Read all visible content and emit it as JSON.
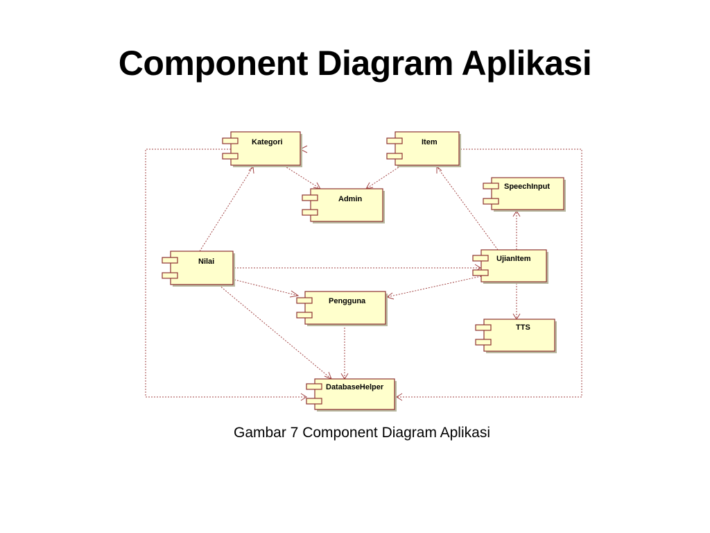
{
  "title": "Component Diagram Aplikasi",
  "caption": "Gambar 7 Component Diagram Aplikasi",
  "components": {
    "kategori": "Kategori",
    "item": "Item",
    "admin": "Admin",
    "speechinput": "SpeechInput",
    "nilai": "Nilai",
    "ujianitem": "UjianItem",
    "pengguna": "Pengguna",
    "tts": "TTS",
    "databasehelper": "DatabaseHelper"
  },
  "colors": {
    "component_fill": "#ffffcc",
    "component_border": "#8b2f2f",
    "dependency_line": "#a04040"
  }
}
